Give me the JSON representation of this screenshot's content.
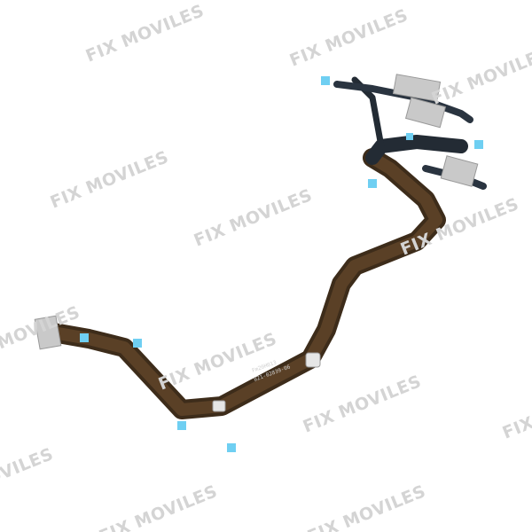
{
  "image": {
    "subject": "flex-cable",
    "watermark_text": "FIX MOVILES",
    "cable_print": [
      "Fm20H013",
      "821-02839-06"
    ],
    "colors": {
      "cable": "#3a2a1a",
      "cable_dark": "#222a33",
      "metal": "#c8c8c8",
      "adhesive": "#5fc6ee",
      "watermark": "#d4d4d4"
    }
  }
}
